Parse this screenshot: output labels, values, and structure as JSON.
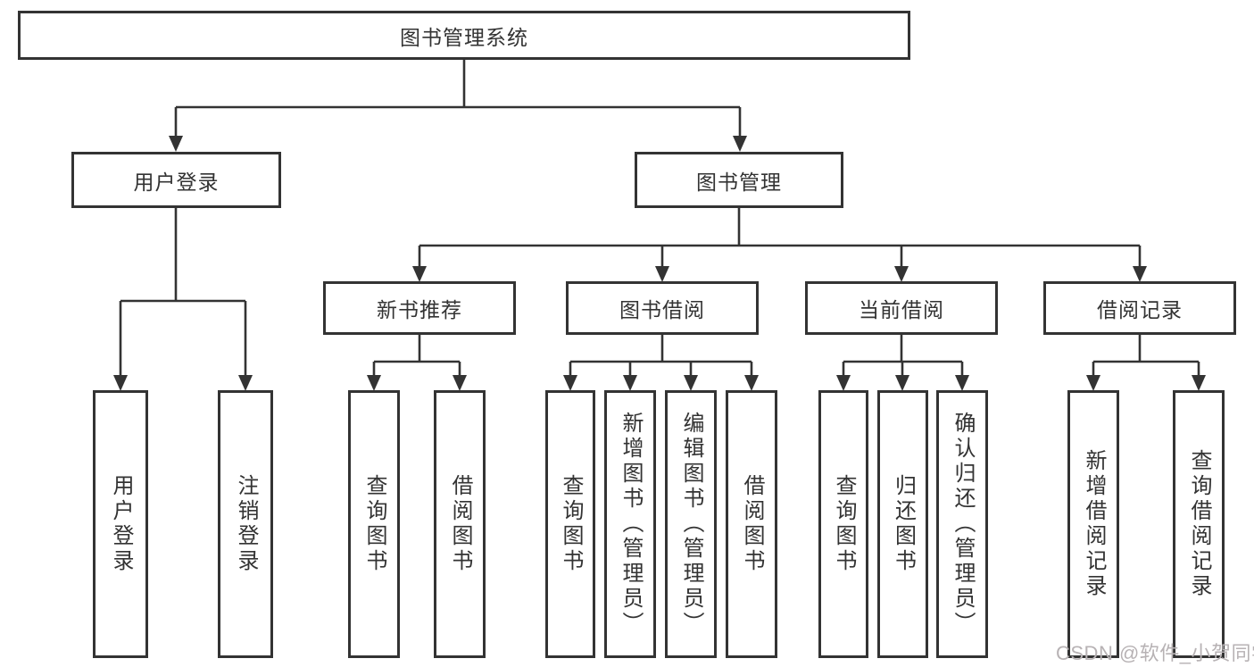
{
  "diagram": {
    "title": "图书管理系统",
    "branches": [
      {
        "label": "用户登录",
        "children": [
          "用户登录",
          "注销登录"
        ]
      },
      {
        "label": "图书管理",
        "children": [
          {
            "label": "新书推荐",
            "children": [
              "查询图书",
              "借阅图书"
            ]
          },
          {
            "label": "图书借阅",
            "children": [
              "查询图书",
              "新增图书（管理员）",
              "编辑图书（管理员）",
              "借阅图书"
            ]
          },
          {
            "label": "当前借阅",
            "children": [
              "查询图书",
              "归还图书",
              "确认归还（管理员）"
            ]
          },
          {
            "label": "借阅记录",
            "children": [
              "新增借阅记录",
              "查询借阅记录"
            ]
          }
        ]
      }
    ]
  },
  "watermark": "CSDN @软件_小贺同学",
  "colors": {
    "line": "#333333",
    "text": "#333333",
    "watermark": "#b7b2b4",
    "background": "#ffffff"
  }
}
